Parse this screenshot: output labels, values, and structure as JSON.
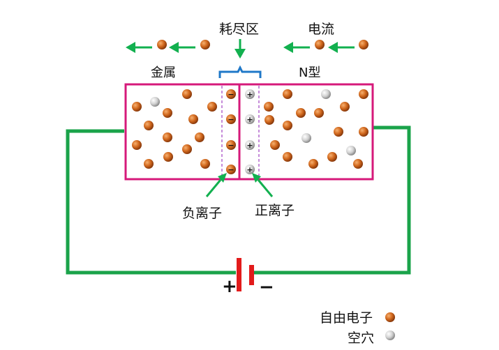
{
  "labels": {
    "depletion": "耗尽区",
    "current": "电流",
    "metal": "金属",
    "ntype": "N型",
    "negative_ion": "负离子",
    "positive_ion": "正离子",
    "plus": "+",
    "minus": "−"
  },
  "legend": {
    "free_electron": "自由电子",
    "hole": "空穴"
  },
  "ion_signs": {
    "negative": "−",
    "positive": "+"
  },
  "colors": {
    "wire": "#1aa34a",
    "arrow": "#12b04f",
    "box": "#d6197a",
    "bracket": "#1f78c8",
    "battery": "#e21b1b",
    "electron": "#d2691e",
    "hole": "#c8c8c8",
    "dashed": "#a040c0"
  }
}
